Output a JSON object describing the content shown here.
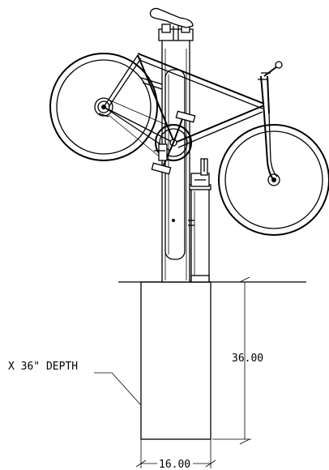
{
  "annotations": {
    "depth_note": "X 36\" DEPTH",
    "depth_dimension": "36.00",
    "width_dimension": "16.00"
  },
  "colors": {
    "line": "#000000",
    "background": "#ffffff"
  }
}
